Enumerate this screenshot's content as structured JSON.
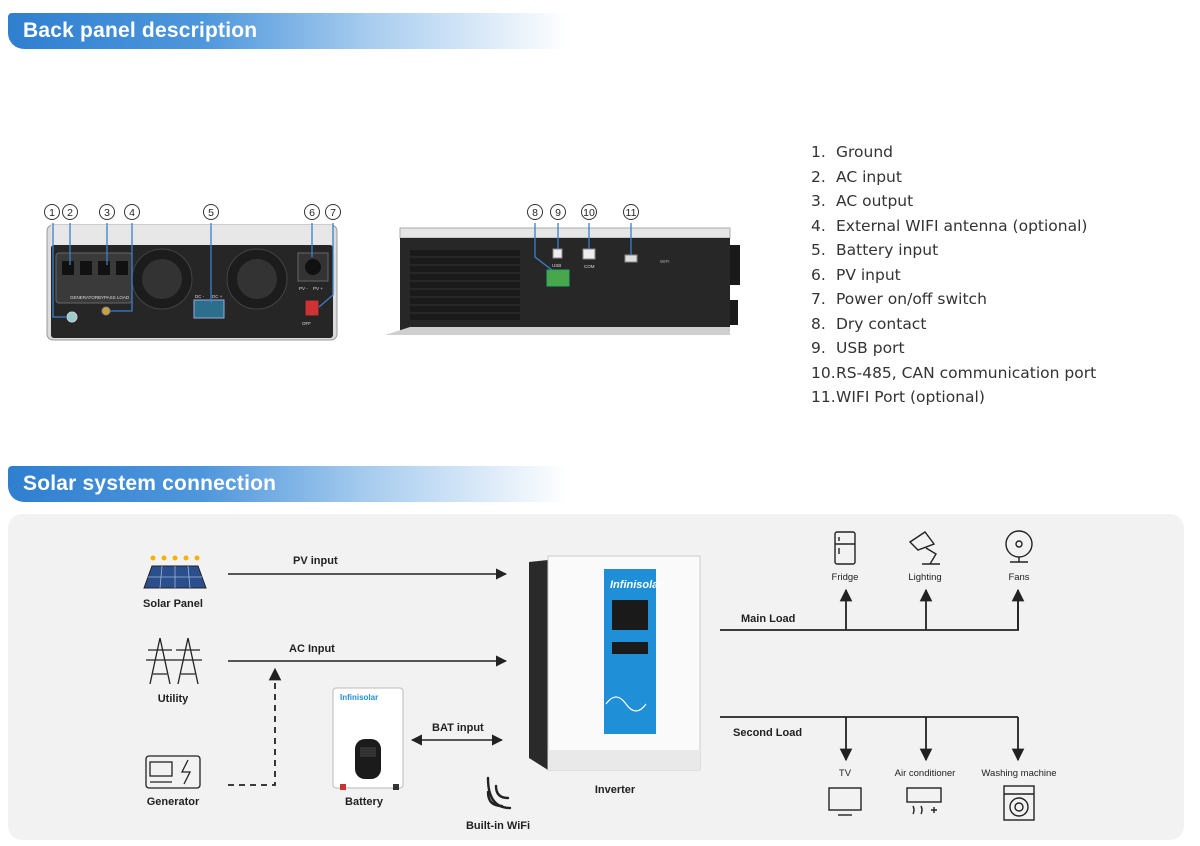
{
  "sections": {
    "back_panel_title": "Back panel description",
    "solar_title": "Solar system connection"
  },
  "back_panel": {
    "callouts": [
      "1",
      "2",
      "3",
      "4",
      "5",
      "6",
      "7",
      "8",
      "9",
      "10",
      "11"
    ],
    "items": [
      {
        "num": "1.",
        "text": "Ground"
      },
      {
        "num": "2.",
        "text": "AC input"
      },
      {
        "num": "3.",
        "text": "AC output"
      },
      {
        "num": "4.",
        "text": "External WIFI antenna (optional)"
      },
      {
        "num": "5.",
        "text": "Battery input"
      },
      {
        "num": "6.",
        "text": "PV input"
      },
      {
        "num": "7.",
        "text": "Power on/off switch"
      },
      {
        "num": "8.",
        "text": "Dry contact"
      },
      {
        "num": "9.",
        "text": "USB port"
      },
      {
        "num": "10.",
        "text": "RS-485, CAN communication port"
      },
      {
        "num": "11.",
        "text": "WIFI Port (optional)"
      }
    ],
    "device_labels": {
      "ac_terminal": "GENERATOR",
      "ac_out_terminal": "BYPASS LOAD",
      "dc_minus": "DC -",
      "dc_plus": "DC +",
      "pv_minus": "PV -",
      "pv_plus": "PV +",
      "off": "OFF",
      "usb": "USB",
      "com": "COM",
      "wifi": "WIFI"
    }
  },
  "diagram": {
    "sources": {
      "solar_panel": "Solar Panel",
      "utility": "Utility",
      "generator": "Generator",
      "battery": "Battery",
      "wifi": "Built-in WiFi"
    },
    "connections": {
      "pv_input": "PV input",
      "ac_input": "AC Input",
      "bat_input": "BAT input",
      "main_load": "Main Load",
      "second_load": "Second Load"
    },
    "inverter": {
      "label": "Inverter",
      "brand": "Infinisolar"
    },
    "battery_brand": "Infinisolar",
    "main_loads": [
      "Fridge",
      "Lighting",
      "Fans"
    ],
    "second_loads": [
      "TV",
      "Air conditioner",
      "Washing machine"
    ],
    "colors": {
      "header_blue": "#2f7fd0",
      "inverter_blue": "#1f8fd8",
      "arrow": "#222222",
      "panel_bg": "#f2f2f2"
    }
  }
}
